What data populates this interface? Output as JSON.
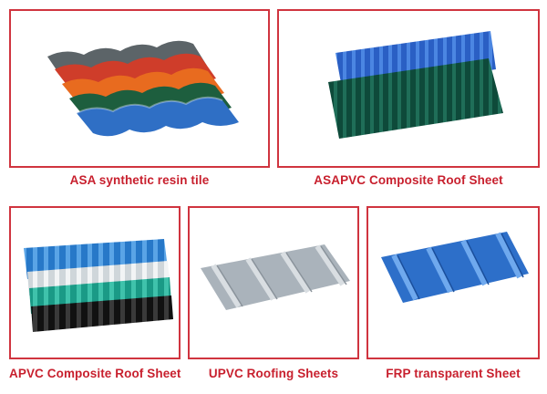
{
  "products": [
    {
      "name": "ASA synthetic resin tile",
      "image": "asa-resin-tile-stack"
    },
    {
      "name": "ASAPVC Composite Roof Sheet",
      "image": "asapvc-roof-sheet-stack"
    },
    {
      "name": "APVC Composite Roof Sheet",
      "image": "apvc-roof-sheet-stack"
    },
    {
      "name": "UPVC Roofing Sheets",
      "image": "upvc-trapezoid-sheet"
    },
    {
      "name": "FRP transparent Sheet",
      "image": "frp-blue-sheet"
    }
  ],
  "colors": {
    "frame": "#d0343f",
    "caption": "#c8202e",
    "tile_colors": [
      "#5c6468",
      "#cf3d2a",
      "#e86b1f",
      "#1d5e3e",
      "#2f6fc5"
    ],
    "upvc_gray": "#a9b2ba",
    "frp_blue": "#2d6fc9"
  }
}
